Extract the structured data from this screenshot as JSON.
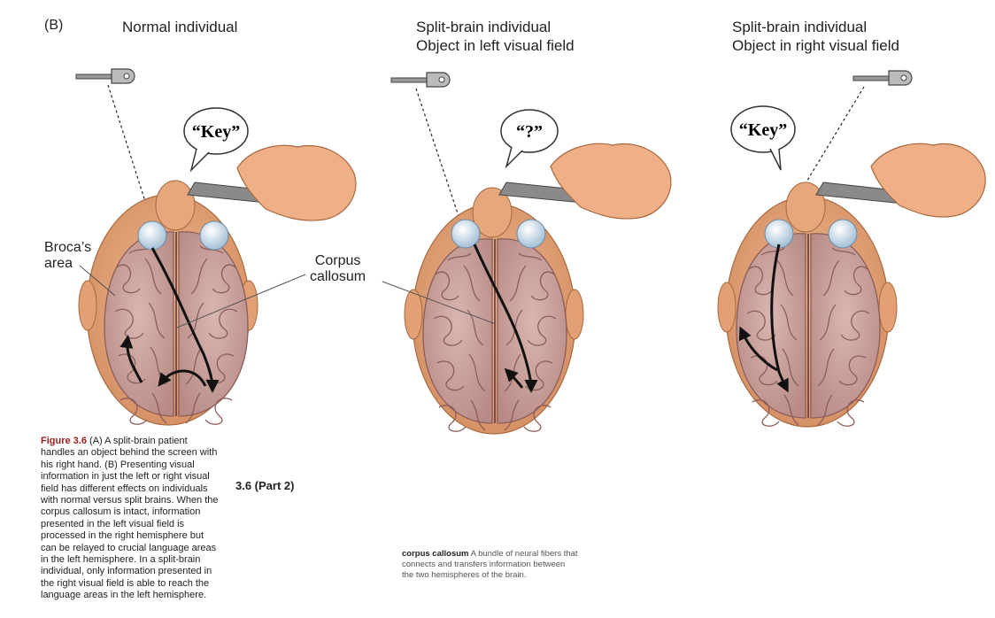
{
  "panel_letter": "(B)",
  "panels": [
    {
      "title_line1": "Normal individual",
      "title_line2": "",
      "speech": "“Key”"
    },
    {
      "title_line1": "Split-brain individual",
      "title_line2": "Object in left visual field",
      "speech": "“?”"
    },
    {
      "title_line1": "Split-brain individual",
      "title_line2": "Object in right visual field",
      "speech": "“Key”"
    }
  ],
  "labels": {
    "broca_line1": "Broca’s",
    "broca_line2": "area",
    "corpus_line1": "Corpus",
    "corpus_line2": "callosum"
  },
  "caption": {
    "figure_label": "Figure 3.6",
    "text": "(A) A split-brain patient handles an object behind the screen with his right hand. (B) Presenting visual information in just the left or right visual field has different effects on individuals with normal versus split brains. When the corpus callosum is intact, information presented in the left visual field is processed in the right hemisphere but can be relayed to crucial language areas in the left hemisphere. In a split-brain individual, only information presented in the right visual field is able to reach the language areas in the left hemisphere."
  },
  "part_label": "3.6 (Part 2)",
  "glossary": {
    "term": "corpus callosum",
    "definition": "A bundle of neural fibers that connects and transfers information between the two hemispheres of the brain."
  },
  "colors": {
    "skin": "#e8a57a",
    "skin_dark": "#c9845a",
    "brain": "#c9a19c",
    "brain_line": "#8b5e5b",
    "eye": "#cfe0ee",
    "figure_label": "#9a1b1e"
  }
}
